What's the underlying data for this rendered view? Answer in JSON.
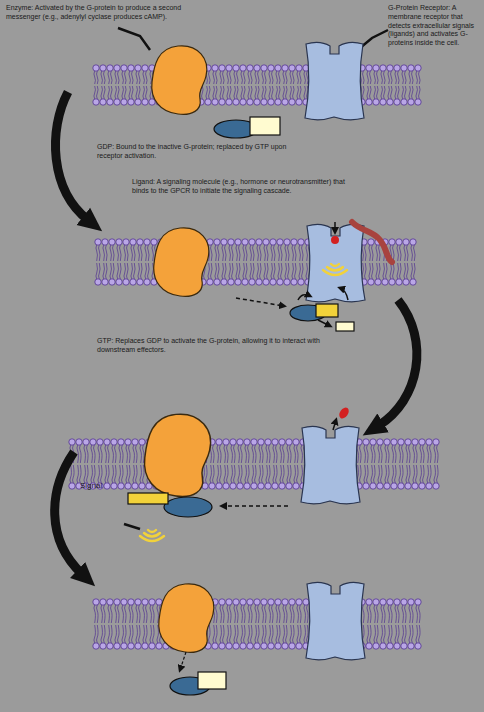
{
  "diagram": {
    "labels": [
      "Enzyme: Activated by the G-protein to produce a second messenger (e.g., adenylyl cyclase produces cAMP).",
      "G-Protein Receptor: A membrane receptor that detects extracellular signals (ligands) and activates G-proteins inside the cell.",
      "GDP: Bound to the inactive G-protein; replaced by GTP upon receptor activation.",
      "Ligand: A signaling molecule (e.g., hormone or neurotransmitter) that binds to the GPCR to initiate the signaling cascade.",
      "GTP: Replaces GDP to activate the G-protein, allowing it to interact with downstream effectors.",
      "Signal"
    ]
  }
}
